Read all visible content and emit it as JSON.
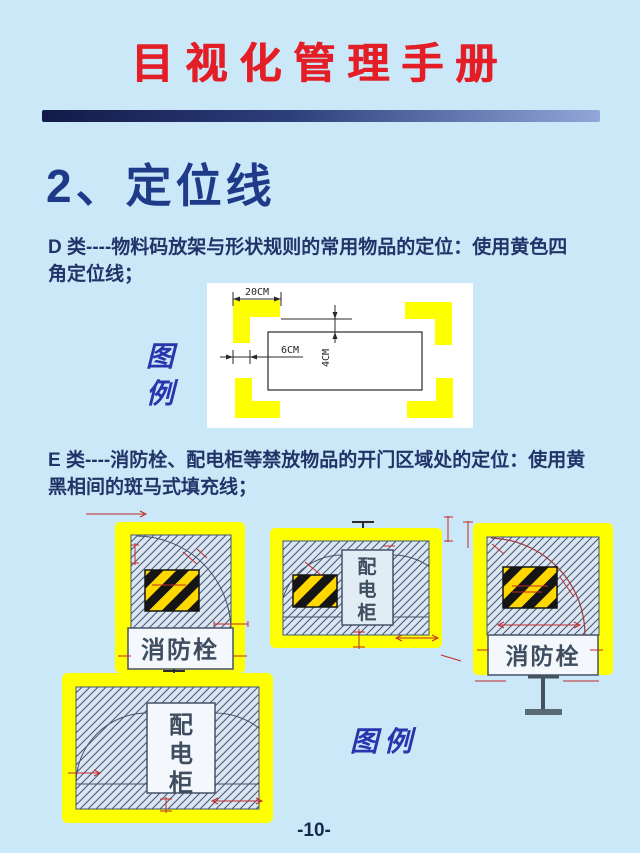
{
  "page": {
    "title": "目视化管理手册",
    "page_number": "-10-",
    "colors": {
      "background": "#cae8f8",
      "title_red": "#e41e26",
      "heading_blue": "#1e3a88",
      "body_blue": "#223368",
      "legend_blue": "#2a35ad",
      "marker_yellow": "#feff00",
      "warn_yellow": "#ffd800",
      "warn_black": "#151515",
      "dimension_red": "#c22a2a"
    }
  },
  "section": {
    "heading": "2、定位线"
  },
  "class_d": {
    "lines": [
      "D 类----物料码放架与形状规则的常用物品的定位：使用黄色四",
      "角定位线；"
    ],
    "legend_chars": [
      "图",
      "例"
    ],
    "diagram": {
      "dim_top": "20CM",
      "dim_width": "6CM",
      "dim_height": "4CM"
    }
  },
  "class_e": {
    "lines": [
      "E 类----消防栓、配电柜等禁放物品的开门区域处的定位：使用黄",
      "黑相间的斑马式填充线；"
    ],
    "legend_label": "图例",
    "labels": {
      "fire_hydrant": "消防栓",
      "cabinet_chars": [
        "配",
        "电",
        "柜"
      ]
    }
  }
}
